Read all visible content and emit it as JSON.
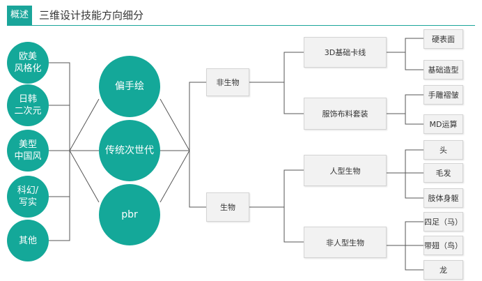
{
  "header": {
    "badge": "概述",
    "title": "三维设计技能方向细分"
  },
  "colors": {
    "accent": "#1aa59a",
    "circle_fill": "#14a899",
    "box_fill": "#f2f2f2",
    "box_border": "#d4d4d4",
    "line": "#555555"
  },
  "styles": [
    {
      "line1": "欧美",
      "line2": "风格化"
    },
    {
      "line1": "日韩",
      "line2": "二次元"
    },
    {
      "line1": "美型",
      "line2": "中国风"
    },
    {
      "line1": "科幻/",
      "line2": "写实"
    },
    {
      "line1": "其他",
      "line2": ""
    }
  ],
  "techniques": [
    {
      "label": "偏手绘"
    },
    {
      "label": "传统次世代"
    },
    {
      "label": "pbr"
    }
  ],
  "categories": {
    "non_living": "非生物",
    "living": "生物"
  },
  "subcategories": {
    "basic_3d": "3D基础卡线",
    "clothing": "服饰布料套装",
    "human": "人型生物",
    "non_human": "非人型生物"
  },
  "leaves": {
    "hard_surface": "硬表面",
    "basic_modeling": "基础造型",
    "hand_sculpt": "手雕褶皱",
    "md_calc": "MD运算",
    "head": "头",
    "hair": "毛发",
    "body": "肢体身躯",
    "quadruped": "四足（马）",
    "winged": "带翅（鸟）",
    "dragon": "龙"
  }
}
